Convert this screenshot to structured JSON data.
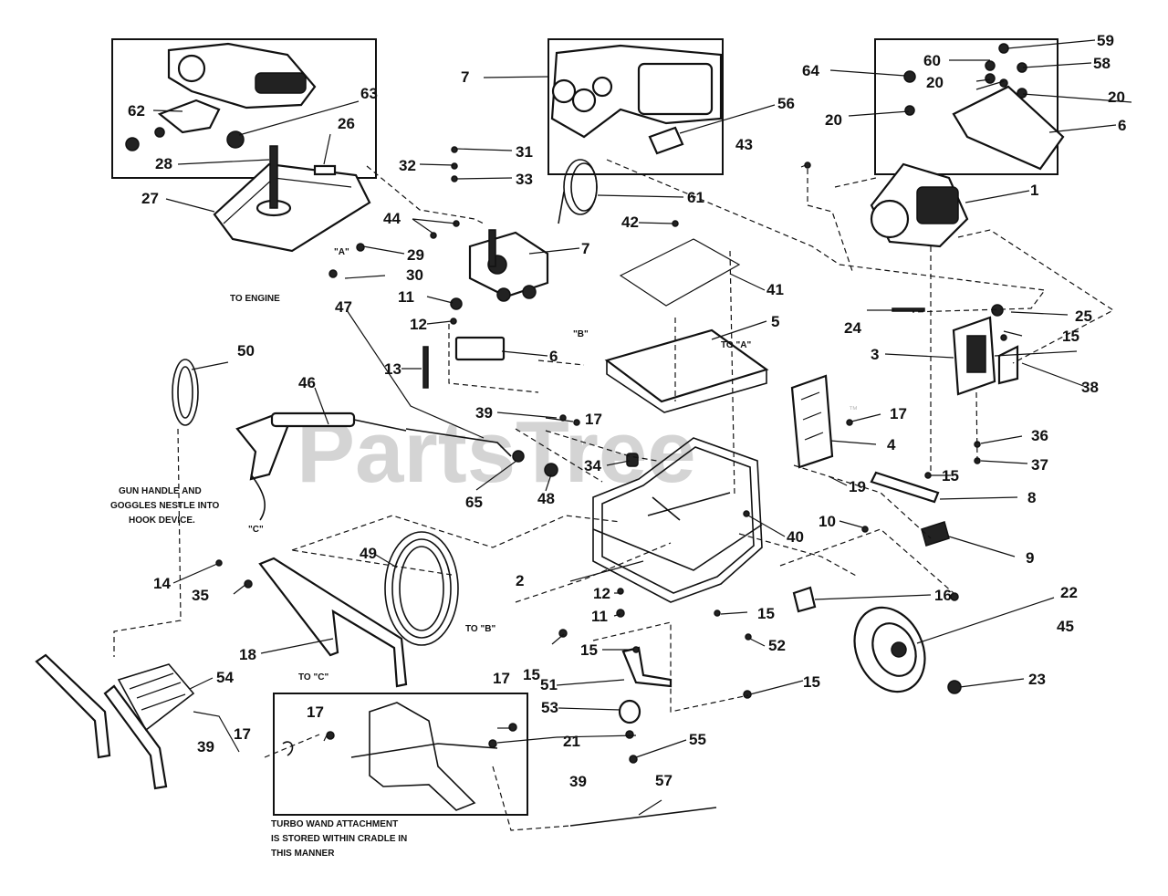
{
  "watermark": {
    "text": "PartsTree",
    "tm": "™"
  },
  "callouts": [
    "1",
    "2",
    "3",
    "4",
    "5",
    "6",
    "7",
    "8",
    "9",
    "10",
    "11",
    "12",
    "13",
    "14",
    "15",
    "16",
    "17",
    "18",
    "19",
    "20",
    "21",
    "22",
    "23",
    "24",
    "25",
    "26",
    "27",
    "28",
    "29",
    "30",
    "31",
    "32",
    "33",
    "34",
    "35",
    "36",
    "37",
    "38",
    "39",
    "40",
    "41",
    "42",
    "43",
    "44",
    "45",
    "46",
    "47",
    "48",
    "49",
    "50",
    "51",
    "52",
    "53",
    "54",
    "55",
    "56",
    "57",
    "58",
    "59",
    "60",
    "61",
    "62",
    "63",
    "64",
    "65"
  ],
  "notes": {
    "to_engine": "TO ENGINE",
    "gun_note": [
      "GUN HANDLE AND",
      "GOGGLES NESTLE INTO",
      "HOOK DEVICE."
    ],
    "wand_note": [
      "TURBO WAND ATTACHMENT",
      "IS STORED WITHIN CRADLE IN",
      "THIS MANNER"
    ]
  },
  "tags": {
    "a": "\"A\"",
    "b": "\"B\"",
    "c": "\"C\"",
    "to_a": "TO \"A\"",
    "to_b": "TO \"B\"",
    "to_c": "TO \"C\""
  }
}
